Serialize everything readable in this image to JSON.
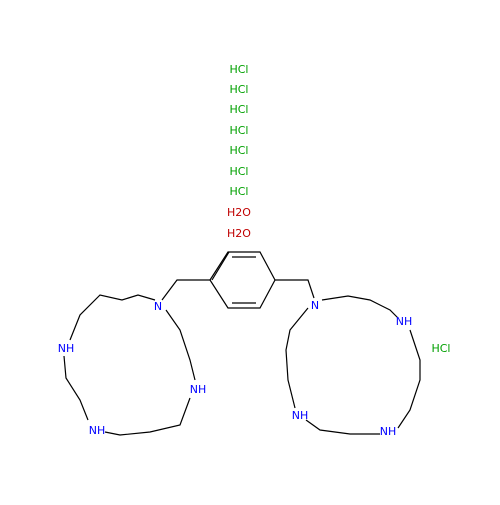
{
  "salts": {
    "hcl_column": [
      "HCl",
      "HCl",
      "HCl",
      "HCl",
      "HCl",
      "HCl",
      "HCl"
    ],
    "water": [
      "H2O",
      "H2O"
    ],
    "hcl_right": "HCl"
  },
  "atoms": {
    "n_tertiary": "N",
    "nh": "NH"
  },
  "colors": {
    "bond": "#000000",
    "nitrogen": "#0000ff",
    "chlorine": "#00a000",
    "oxygen": "#c00000"
  }
}
